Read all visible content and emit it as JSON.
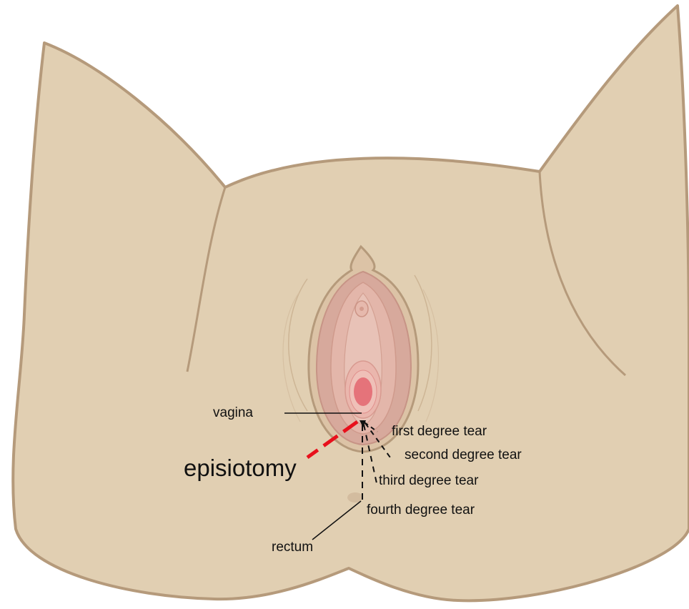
{
  "labels": {
    "vagina": "vagina",
    "episiotomy": "episiotomy",
    "first_degree_tear": "first degree tear",
    "second_degree_tear": "second degree tear",
    "third_degree_tear": "third degree tear",
    "fourth_degree_tear": "fourth degree tear",
    "rectum": "rectum"
  },
  "colors": {
    "skin": "#e1cfb2",
    "outline": "#b59a7b",
    "mucosa_outer": "#d9a99a",
    "mucosa_inner": "#e8bcb0",
    "opening": "#e5737a",
    "episiotomy_line": "#e8101c",
    "tear_lines": "#111111"
  }
}
